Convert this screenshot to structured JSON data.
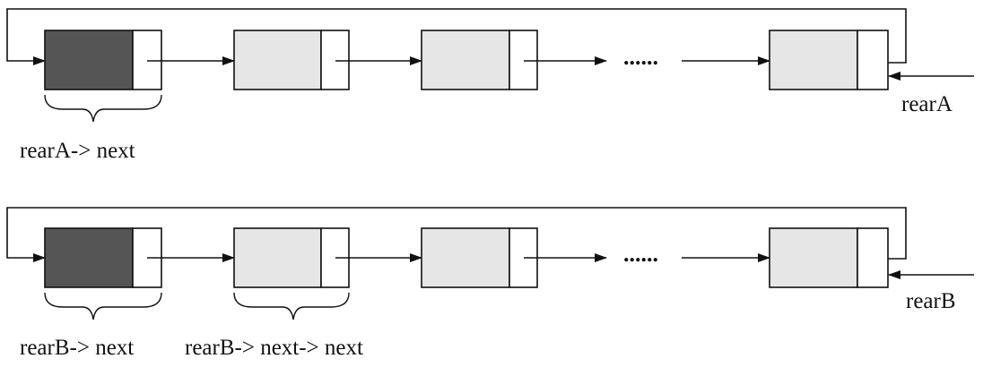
{
  "colors": {
    "head_node_fill": "#555555",
    "node_fill": "#e6e6e6",
    "line": "#111111"
  },
  "diagram": {
    "lists": [
      {
        "ellipsis": "......",
        "pointer_label": "rearA",
        "brace_labels": [
          "rearA-> next"
        ]
      },
      {
        "ellipsis": "......",
        "pointer_label": "rearB",
        "brace_labels": [
          "rearB-> next",
          "rearB-> next-> next"
        ]
      }
    ]
  }
}
